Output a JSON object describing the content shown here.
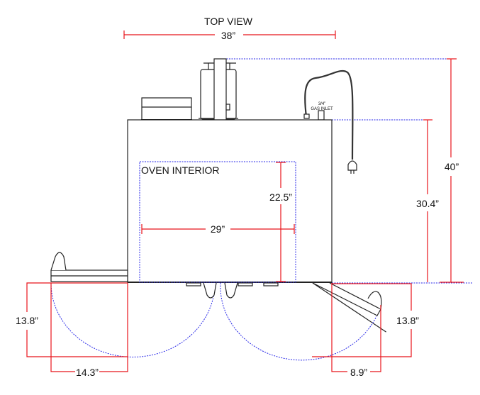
{
  "title": "TOP VIEW",
  "dimensions": {
    "width_overall": "38”",
    "depth_overall": "40”",
    "depth_body": "30.4”",
    "interior_width": "29”",
    "interior_depth": "22.5”",
    "left_door_swing": "13.8”",
    "left_door_width": "14.3”",
    "right_door_swing": "13.8”",
    "right_door_width": "8.9”"
  },
  "labels": {
    "oven_interior": "OVEN INTERIOR",
    "gas_size": "3/4”",
    "gas_inlet": "GAS INLET"
  },
  "colors": {
    "dimension": "#e8141b",
    "clearance": "#2a2ae8",
    "outline": "#222222"
  }
}
